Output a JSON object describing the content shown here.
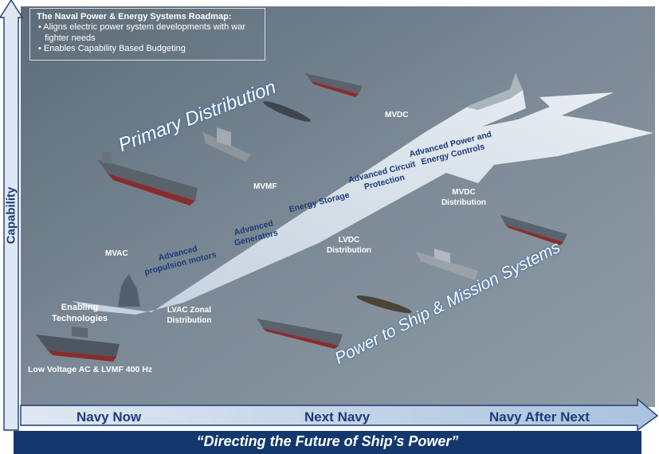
{
  "info_box": {
    "title": "The Naval Power & Energy Systems Roadmap:",
    "bullets": [
      "• Aligns electric power system developments with war fighter needs",
      "• Enables Capability Based Budgeting"
    ]
  },
  "y_axis": {
    "label": "Capability"
  },
  "x_axis": {
    "labels": [
      "Navy Now",
      "Next Navy",
      "Navy After Next"
    ]
  },
  "banner": {
    "text": "“Directing the Future of Ship’s Power”"
  },
  "swooshes": {
    "primary": "Primary Distribution",
    "secondary": "Power to Ship & Mission Systems"
  },
  "arrow_labels": [
    "Advanced propulsion motors",
    "Advanced Generators",
    "Energy Storage",
    "Advanced Circuit Protection",
    "Advanced Power and Energy Controls"
  ],
  "labels": {
    "enabling": "Enabling Technologies",
    "low_voltage": "Low Voltage AC & LVMF 400 Hz",
    "mvac": "MVAC",
    "mvmf": "MVMF",
    "mvdc_top": "MVDC",
    "mvdc_dist": "MVDC Distribution",
    "lvdc_dist": "LVDC Distribution",
    "lvac_zonal": "LVAC Zonal Distribution"
  },
  "ships": [
    "amphibious-assault-ship",
    "aircraft-carrier",
    "destroyer",
    "submarine",
    "stealth-destroyer",
    "cruiser",
    "frigate",
    "submarine",
    "littoral-combat-ship",
    "future-combatant"
  ],
  "colors": {
    "background": "#6f7f8c",
    "axis": "#1d3b78",
    "banner": "#13386e",
    "arrow": "#e8eef5"
  }
}
